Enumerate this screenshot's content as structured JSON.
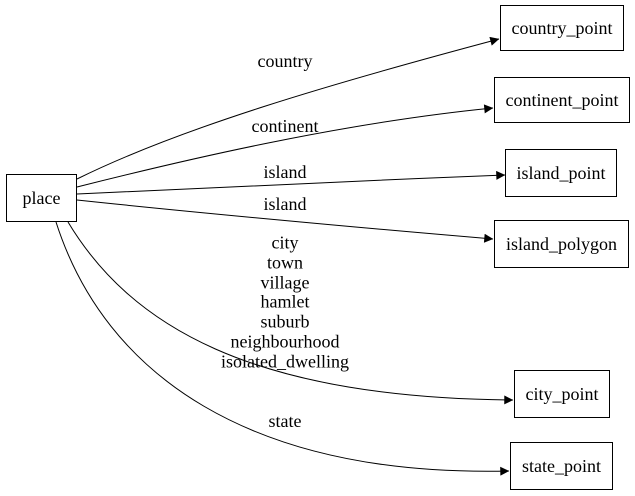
{
  "diagram": {
    "type": "directed-graph",
    "background_color": "#ffffff",
    "line_color": "#000000",
    "text_color": "#000000",
    "nodes": [
      {
        "id": "place",
        "label": "place"
      },
      {
        "id": "country_point",
        "label": "country_point"
      },
      {
        "id": "continent_point",
        "label": "continent_point"
      },
      {
        "id": "island_point",
        "label": "island_point"
      },
      {
        "id": "island_polygon",
        "label": "island_polygon"
      },
      {
        "id": "city_point",
        "label": "city_point"
      },
      {
        "id": "state_point",
        "label": "state_point"
      }
    ],
    "edges": [
      {
        "from": "place",
        "to": "country_point",
        "label": "country"
      },
      {
        "from": "place",
        "to": "continent_point",
        "label": "continent"
      },
      {
        "from": "place",
        "to": "island_point",
        "label": "island"
      },
      {
        "from": "place",
        "to": "island_polygon",
        "label": "island"
      },
      {
        "from": "place",
        "to": "city_point",
        "label": "city\ntown\nvillage\nhamlet\nsuburb\nneighbourhood\nisolated_dwelling"
      },
      {
        "from": "place",
        "to": "state_point",
        "label": "state"
      }
    ]
  }
}
